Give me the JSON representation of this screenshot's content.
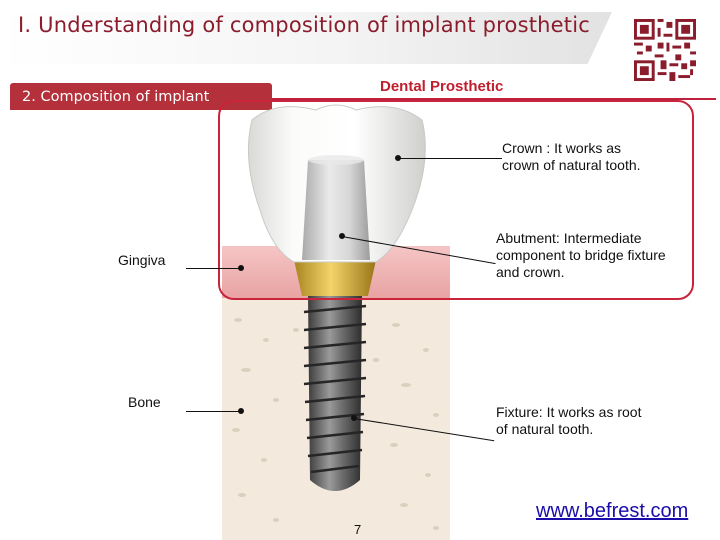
{
  "header": {
    "title": "I. Understanding of composition of implant prosthetic"
  },
  "section": {
    "tab_label": "2. Composition of implant",
    "highlight_label": "Dental Prosthetic"
  },
  "labels": {
    "crown": "Crown : It works as crown of natural tooth.",
    "abutment": "Abutment: Intermediate component to bridge fixture and crown.",
    "gingiva": "Gingiva",
    "bone": "Bone",
    "fixture": "Fixture: It works as root of natural tooth."
  },
  "footer": {
    "page_number": "7",
    "website": "www.befrest.com"
  },
  "colors": {
    "title": "#8b1c2c",
    "tab": "#b4303a",
    "accent": "#c9243b",
    "gingiva": "#efb2b2",
    "bone": "#f3e9dc",
    "abutment_collar": "#d8b340",
    "link": "#1a0dab"
  },
  "icons": {
    "qr": "qr-code-icon"
  }
}
